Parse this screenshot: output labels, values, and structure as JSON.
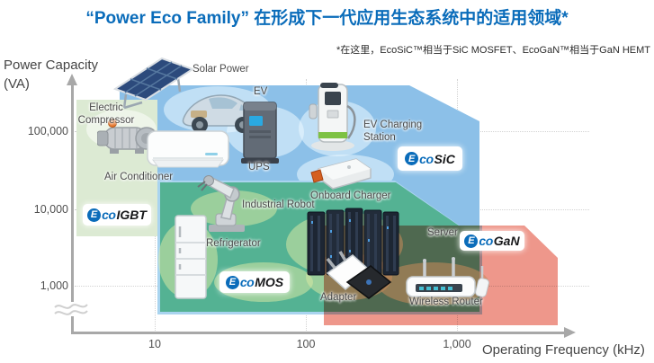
{
  "header": {
    "title": "“Power Eco Family” 在形成下一代应用生态系统中的适用领域*",
    "subtitle": "*在这里，EcoSiC™相当于SiC MOSFET、EcoGaN™相当于GaN HEMT"
  },
  "axes": {
    "y_label_line1": "Power Capacity",
    "y_label_line2": "(VA)",
    "x_label": "Operating Frequency (kHz)",
    "y_ticks": [
      "100,000",
      "10,000",
      "1,000"
    ],
    "x_ticks": [
      "10",
      "100",
      "1,000"
    ]
  },
  "regions": {
    "ecoigbt": {
      "logo": {
        "e": "E",
        "co": "co",
        "product": "IGBT"
      },
      "color": "#dcead3"
    },
    "ecosic": {
      "logo": {
        "e": "E",
        "co": "co",
        "product": "SiC"
      },
      "color": "#8cc0e8"
    },
    "ecomos": {
      "logo": {
        "e": "E",
        "co": "co",
        "product": "MOS"
      },
      "color": "#54b293"
    },
    "ecogan": {
      "logo": {
        "e": "E",
        "co": "co",
        "product": "GaN"
      },
      "color": "#ee978b"
    }
  },
  "items": {
    "solar_power": {
      "label": "Solar Power"
    },
    "ev": {
      "label": "EV"
    },
    "ups": {
      "label": "UPS"
    },
    "ev_charging_station": {
      "label": "EV Charging Station"
    },
    "electric_compressor": {
      "label": "Electric Compressor"
    },
    "air_conditioner": {
      "label": "Air Conditioner"
    },
    "industrial_robot": {
      "label": "Industrial Robot"
    },
    "onboard_charger": {
      "label": "Onboard Charger"
    },
    "refrigerator": {
      "label": "Refrigerator"
    },
    "server": {
      "label": "Server"
    },
    "adapter": {
      "label": "Adapter"
    },
    "wireless_router": {
      "label": "Wireless Router"
    }
  },
  "chart_data": {
    "type": "area",
    "title": "“Power Eco Family” 在形成下一代应用生态系统中的适用领域*",
    "footnote": "*在这里，EcoSiC™相当于SiC MOSFET、EcoGaN™相当于GaN HEMT",
    "xlabel": "Operating Frequency (kHz)",
    "ylabel": "Power Capacity (VA)",
    "x_scale": "log",
    "y_scale": "log",
    "x_ticks": [
      10,
      100,
      1000
    ],
    "y_ticks": [
      100000,
      10000,
      1000
    ],
    "y_axis_break": true,
    "grid": "dotted",
    "legend_position": "inline-labels",
    "series": [
      {
        "name": "EcoIGBT",
        "freq_khz_range": [
          3,
          10
        ],
        "power_va_range": [
          4500,
          250000
        ],
        "color": "#dcead3"
      },
      {
        "name": "EcoSiC",
        "freq_khz_range": [
          6,
          1400
        ],
        "power_va_range": [
          6000,
          400000
        ],
        "color": "#8cc0e8",
        "note": "top-right corner beveled"
      },
      {
        "name": "EcoMOS",
        "freq_khz_range": [
          11,
          1400
        ],
        "power_va_range": [
          500,
          22000
        ],
        "color": "#54b293",
        "note": "notched at top-right by EcoSiC"
      },
      {
        "name": "EcoGaN",
        "freq_khz_range": [
          130,
          4600
        ],
        "power_va_range": [
          300,
          6000
        ],
        "color": "#ee978b",
        "note": "semi-transparent, overlaps EcoMOS; top-right corner beveled"
      }
    ],
    "annotations": [
      {
        "label": "Solar Power",
        "region": "EcoSiC"
      },
      {
        "label": "EV",
        "region": "EcoSiC"
      },
      {
        "label": "UPS",
        "region": "EcoSiC"
      },
      {
        "label": "EV Charging Station",
        "region": "EcoSiC"
      },
      {
        "label": "Electric Compressor",
        "region": "EcoIGBT"
      },
      {
        "label": "Air Conditioner",
        "region": "EcoIGBT/EcoSiC"
      },
      {
        "label": "Industrial Robot",
        "region": "EcoMOS"
      },
      {
        "label": "Onboard Charger",
        "region": "EcoSiC/EcoMOS"
      },
      {
        "label": "Refrigerator",
        "region": "EcoMOS"
      },
      {
        "label": "Server",
        "region": "EcoMOS/EcoGaN"
      },
      {
        "label": "Adapter",
        "region": "EcoMOS/EcoGaN"
      },
      {
        "label": "Wireless Router",
        "region": "EcoGaN"
      }
    ]
  }
}
